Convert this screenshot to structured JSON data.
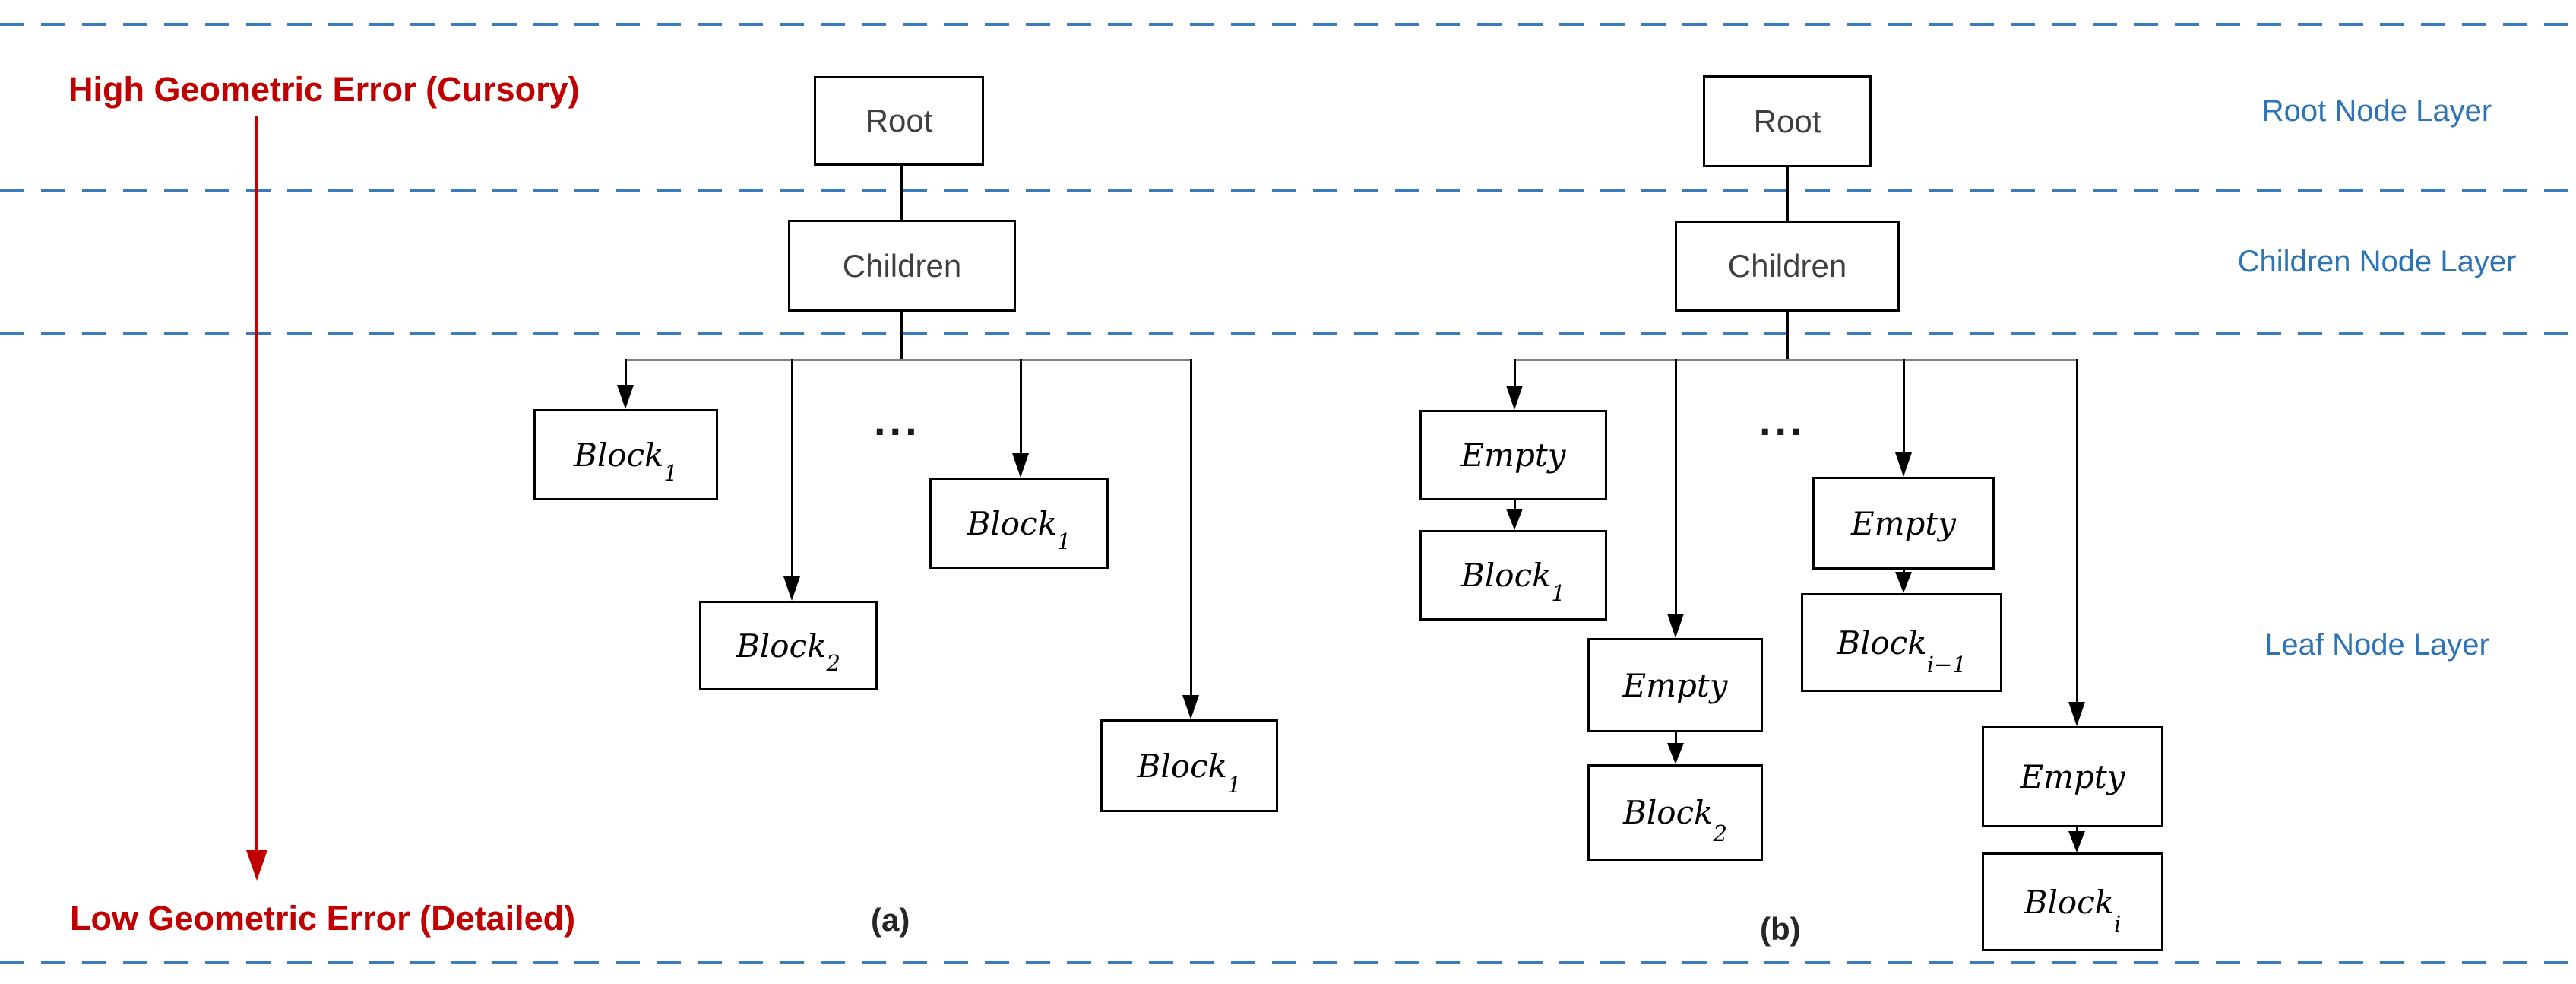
{
  "annotations": {
    "high_error": "High Geometric Error (Cursory)",
    "low_error": "Low Geometric Error (Detailed)"
  },
  "layers": {
    "root_label": "Root Node Layer",
    "children_label": "Children Node Layer",
    "leaf_label": "Leaf Node Layer"
  },
  "tree_a": {
    "caption": "(a)",
    "root": "Root",
    "children": "Children",
    "ellipsis": "...",
    "leaves": [
      {
        "base": "Block",
        "sub": "1"
      },
      {
        "base": "Block",
        "sub": "2"
      },
      {
        "base": "Block",
        "sub": "1"
      },
      {
        "base": "Block",
        "sub": "1"
      }
    ]
  },
  "tree_b": {
    "caption": "(b)",
    "root": "Root",
    "children": "Children",
    "ellipsis": "...",
    "leaves": [
      {
        "empty": "Empty",
        "base": "Block",
        "sub": "1"
      },
      {
        "empty": "Empty",
        "base": "Block",
        "sub": "2"
      },
      {
        "empty": "Empty",
        "base": "Block",
        "sub": "i−1"
      },
      {
        "empty": "Empty",
        "base": "Block",
        "sub": "i"
      }
    ]
  },
  "colors": {
    "annotation_red": "#C00000",
    "layer_label_blue": "#2E74B5",
    "separator_dash_blue": "#3A7BBE",
    "connector_gray": "#808080",
    "line_black": "#000000"
  }
}
